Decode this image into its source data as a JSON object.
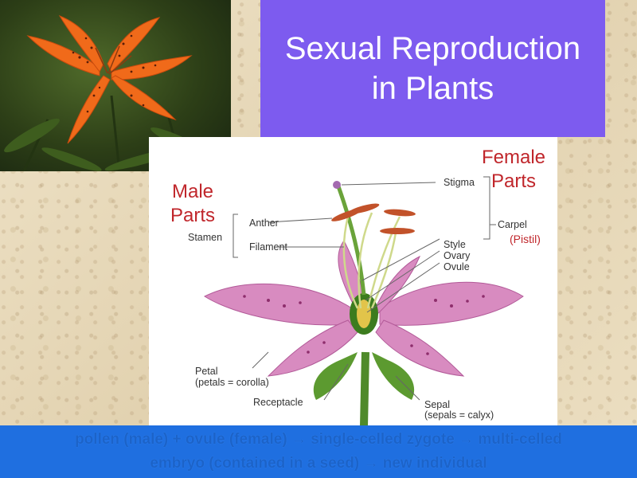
{
  "slide": {
    "title_line1": "Sexual Reproduction",
    "title_line2": "in Plants",
    "colors": {
      "title_bg": "#7d5bef",
      "label_red": "#c0262b",
      "footer_bg": "#1f6fe0"
    }
  },
  "labels": {
    "male_line1": "Male",
    "male_line2": "Parts",
    "female_line1": "Female",
    "female_line2": "Parts",
    "pistil": "(Pistil)"
  },
  "diagram": {
    "stigma": "Stigma",
    "anther": "Anther",
    "stamen": "Stamen",
    "filament": "Filament",
    "carpel": "Carpel",
    "style": "Style",
    "ovary": "Ovary",
    "ovule": "Ovule",
    "petal_line1": "Petal",
    "petal_line2": "(petals = corolla)",
    "receptacle": "Receptacle",
    "sepal_line1": "Sepal",
    "sepal_line2": "(sepals = calyx)"
  },
  "footer": {
    "line1": "pollen (male) + ovule (female) → single-celled zygote → multi-celled",
    "line2": "embryo (contained in a seed) → new individual"
  }
}
